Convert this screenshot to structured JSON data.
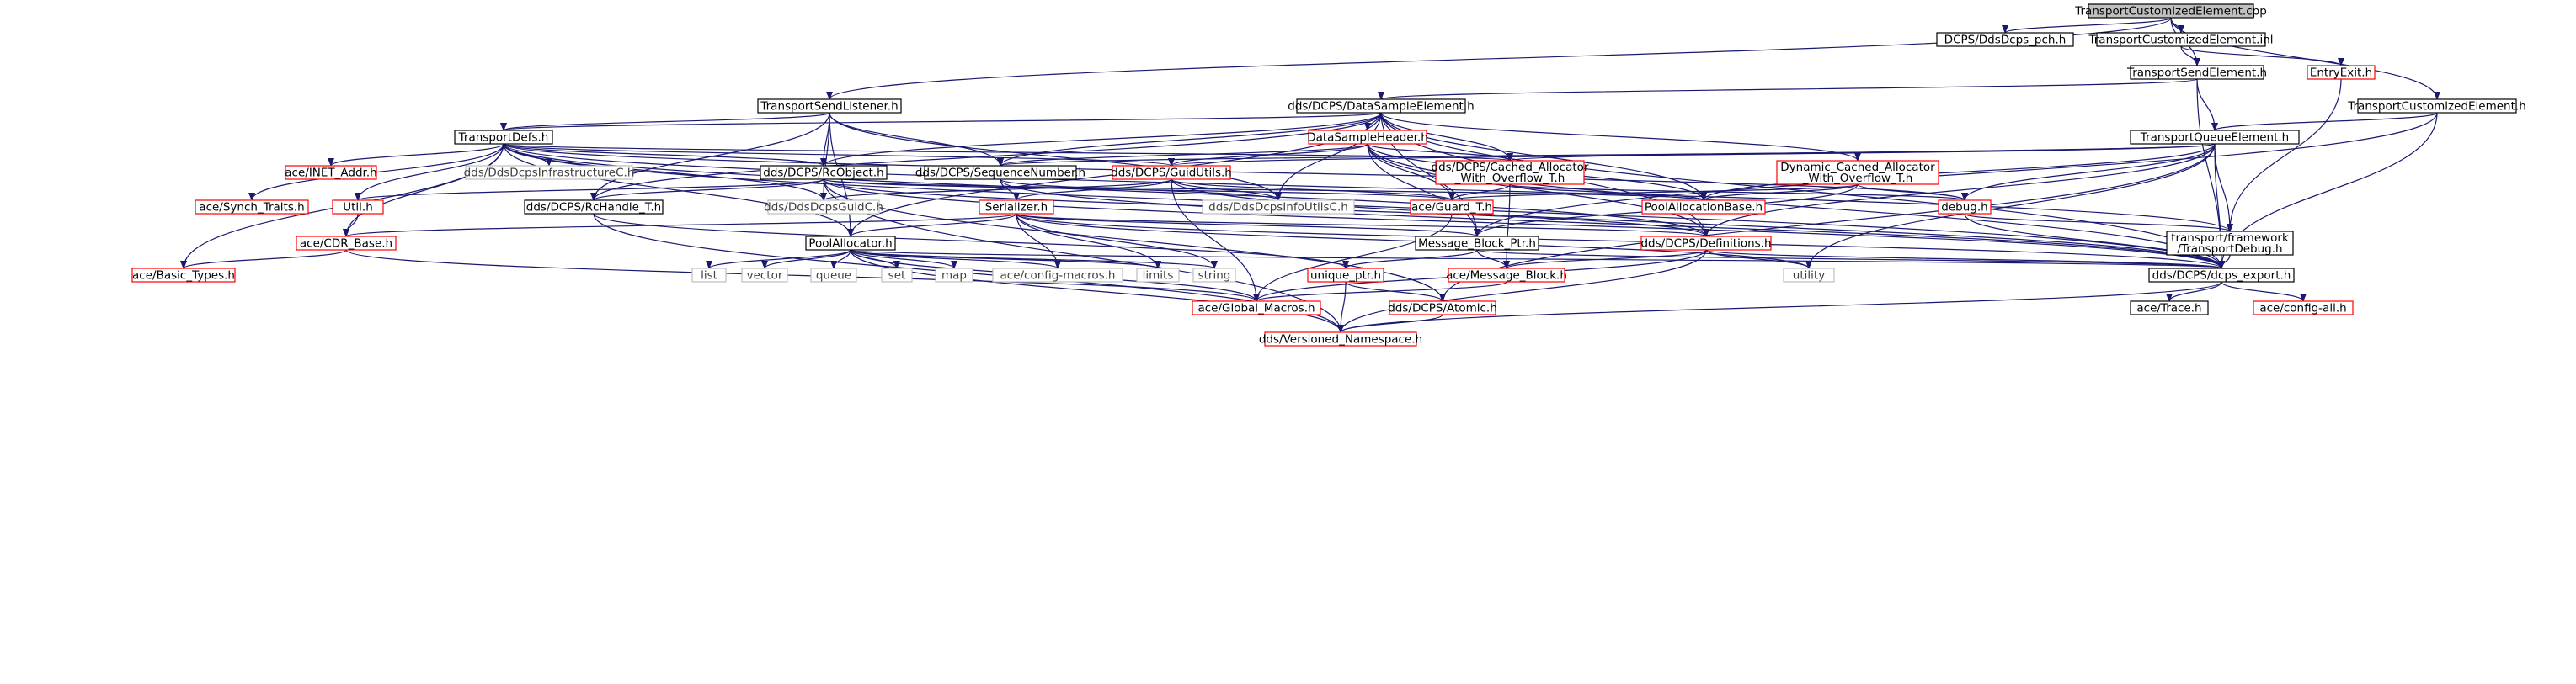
{
  "colors": {
    "edge": "#191970",
    "black_border": "#000000",
    "red_border": "#ff0000",
    "gray_border": "#bfbfbf",
    "root_fill": "#bfbfbf",
    "text": "#000000",
    "gray_text": "#404040"
  },
  "graph": {
    "root": "TransportCustomizedElement.cpp",
    "nodes": [
      {
        "id": "n0",
        "label": "TransportCustomizedElement.cpp",
        "style": "root"
      },
      {
        "id": "n1",
        "label": "DCPS/DdsDcps_pch.h",
        "style": "black"
      },
      {
        "id": "n2",
        "label": "TransportCustomizedElement.inl",
        "style": "black"
      },
      {
        "id": "n3",
        "label": "TransportSendElement.h",
        "style": "black"
      },
      {
        "id": "n4",
        "label": "EntryExit.h",
        "style": "red"
      },
      {
        "id": "n5",
        "label": "TransportCustomizedElement.h",
        "style": "black"
      },
      {
        "id": "n6",
        "label": "TransportSendListener.h",
        "style": "black"
      },
      {
        "id": "n7",
        "label": "dds/DCPS/DataSampleElement.h",
        "style": "black"
      },
      {
        "id": "n8",
        "label": "TransportDefs.h",
        "style": "black"
      },
      {
        "id": "n9",
        "label": "DataSampleHeader.h",
        "style": "red"
      },
      {
        "id": "n10",
        "label": "TransportQueueElement.h",
        "style": "black"
      },
      {
        "id": "n11",
        "label": "ace/INET_Addr.h",
        "style": "red"
      },
      {
        "id": "n12",
        "label": "dds/DdsDcpsInfrastructureC.h",
        "style": "gray"
      },
      {
        "id": "n13",
        "label": "dds/DCPS/RcObject.h",
        "style": "black"
      },
      {
        "id": "n14",
        "label": "dds/DCPS/SequenceNumber.h",
        "style": "black"
      },
      {
        "id": "n15",
        "label": "dds/DCPS/GuidUtils.h",
        "style": "red"
      },
      {
        "id": "n16",
        "label": "dds/DCPS/Cached_Allocator\n_With_Overflow_T.h",
        "style": "red"
      },
      {
        "id": "n17",
        "label": "Dynamic_Cached_Allocator\n_With_Overflow_T.h",
        "style": "red"
      },
      {
        "id": "n18",
        "label": "ace/Synch_Traits.h",
        "style": "red"
      },
      {
        "id": "n19",
        "label": "Util.h",
        "style": "red"
      },
      {
        "id": "n20",
        "label": "dds/DCPS/RcHandle_T.h",
        "style": "black"
      },
      {
        "id": "n21",
        "label": "dds/DdsDcpsGuidC.h",
        "style": "gray"
      },
      {
        "id": "n22",
        "label": "Serializer.h",
        "style": "red"
      },
      {
        "id": "n23",
        "label": "dds/DdsDcpsInfoUtilsC.h",
        "style": "gray"
      },
      {
        "id": "n24",
        "label": "ace/Guard_T.h",
        "style": "red"
      },
      {
        "id": "n25",
        "label": "PoolAllocationBase.h",
        "style": "red"
      },
      {
        "id": "n26",
        "label": "debug.h",
        "style": "red"
      },
      {
        "id": "n27",
        "label": "ace/CDR_Base.h",
        "style": "red"
      },
      {
        "id": "n28",
        "label": "PoolAllocator.h",
        "style": "black"
      },
      {
        "id": "n29",
        "label": "Message_Block_Ptr.h",
        "style": "black"
      },
      {
        "id": "n30",
        "label": "dds/DCPS/Definitions.h",
        "style": "red"
      },
      {
        "id": "n31",
        "label": "transport/framework\n/TransportDebug.h",
        "style": "black"
      },
      {
        "id": "n32",
        "label": "ace/Basic_Types.h",
        "style": "red"
      },
      {
        "id": "n33",
        "label": "list",
        "style": "gray"
      },
      {
        "id": "n34",
        "label": "vector",
        "style": "gray"
      },
      {
        "id": "n35",
        "label": "queue",
        "style": "gray"
      },
      {
        "id": "n36",
        "label": "set",
        "style": "gray"
      },
      {
        "id": "n37",
        "label": "map",
        "style": "gray"
      },
      {
        "id": "n38",
        "label": "ace/config-macros.h",
        "style": "gray"
      },
      {
        "id": "n39",
        "label": "limits",
        "style": "gray"
      },
      {
        "id": "n40",
        "label": "string",
        "style": "gray"
      },
      {
        "id": "n41",
        "label": "unique_ptr.h",
        "style": "red"
      },
      {
        "id": "n42",
        "label": "ace/Message_Block.h",
        "style": "red"
      },
      {
        "id": "n43",
        "label": "utility",
        "style": "gray"
      },
      {
        "id": "n44",
        "label": "dds/DCPS/dcps_export.h",
        "style": "black"
      },
      {
        "id": "n45",
        "label": "ace/Global_Macros.h",
        "style": "red"
      },
      {
        "id": "n46",
        "label": "dds/DCPS/Atomic.h",
        "style": "red"
      },
      {
        "id": "n47",
        "label": "ace/Trace.h",
        "style": "black"
      },
      {
        "id": "n48",
        "label": "ace/config-all.h",
        "style": "red"
      },
      {
        "id": "n49",
        "label": "dds/Versioned_Namespace.h",
        "style": "red"
      }
    ]
  }
}
